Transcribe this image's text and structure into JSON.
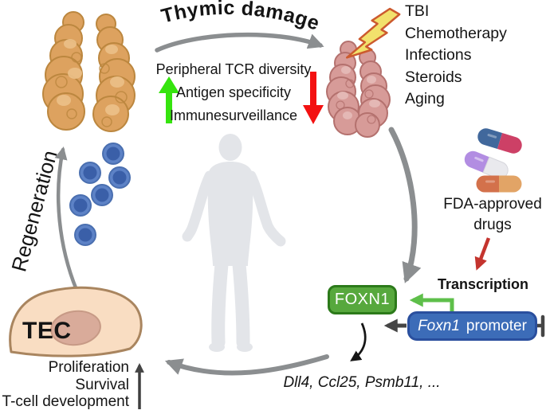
{
  "title_arc": "Thymic damage",
  "regeneration_label": "Regeneration",
  "damage_causes": [
    "TBI",
    "Chemotherapy",
    "Infections",
    "Steroids",
    "Aging"
  ],
  "declining_functions": [
    "Peripheral TCR diversity",
    "Antigen specificity",
    "Immunesurveillance"
  ],
  "drugs_caption": {
    "line1": "FDA-approved",
    "line2": "drugs"
  },
  "transcription_label": "Transcription",
  "foxn1_label": "FOXN1",
  "promoter": {
    "gene": "Foxn1",
    "suffix": "promoter"
  },
  "target_genes": "Dll4, Ccl25, Psmb11, ...",
  "tec_label": "TEC",
  "tec_functions": [
    "Proliferation",
    "Survival",
    "T-cell development"
  ],
  "icons": {
    "healthy_thymus": "healthy-thymus-illustration",
    "damaged_thymus": "damaged-thymus-illustration",
    "lightning": "lightning-bolt-icon",
    "t_cells": "t-cell-cluster",
    "pills": "pills-icon",
    "human": "human-silhouette",
    "tec_cell": "tec-cell-illustration",
    "terminator": "promoter-terminator-icon"
  },
  "colors": {
    "arrow_gray": "#8b8e90",
    "up_arrow_green": "#35e40e",
    "down_arrow_red": "#f31111",
    "drugs_arrow_red": "#c4342e",
    "transcription_arrow_green": "#5ebf4a",
    "foxn1_green": "#57a83d",
    "foxn1_border": "#2c7a1a",
    "promoter_blue": "#3c6cb8",
    "promoter_border": "#2a4f9e",
    "healthy_thymus_tan": "#dda25f",
    "damaged_thymus_pink": "#d79b98",
    "t_cell_blue": "#5d82c6",
    "tec_peach": "#f9ddc2",
    "silhouette_gray": "#e3e5e9",
    "lightning_yellow": "#f2e16c"
  }
}
